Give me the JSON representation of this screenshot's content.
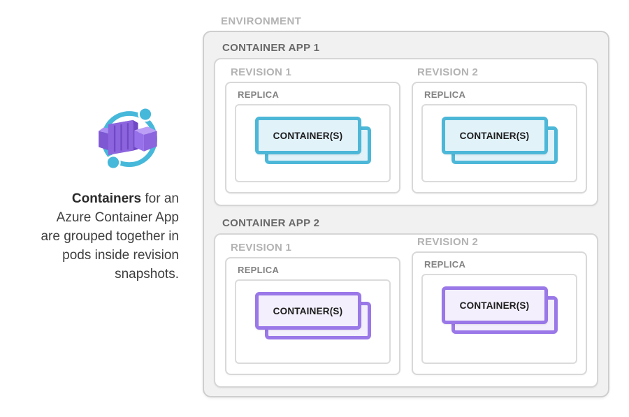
{
  "colors": {
    "teal_border": "#4db7d8",
    "teal_fill": "#e1f2f9",
    "purple_border": "#9a78e8",
    "purple_fill": "#f3effc",
    "icon_ring": "#46b8da",
    "icon_purple_deep": "#7048c5",
    "icon_purple_dark": "#7e57d2",
    "icon_purple_mid": "#8b64de",
    "icon_purple_bright": "#9671ea",
    "icon_purple_light": "#ab8ef2",
    "icon_purple_pale": "#bb9ff6"
  },
  "aside": {
    "icon": "azure-container-apps",
    "caption": {
      "lead_bold": "Containers",
      "line1_rest": " for an",
      "line2": "Azure Container App",
      "line3": "are grouped together in",
      "line4": "pods inside revision",
      "line5": "snapshots."
    }
  },
  "diagram": {
    "environment_label": "ENVIRONMENT",
    "apps": [
      {
        "label": "CONTAINER APP 1",
        "accent": "teal",
        "revisions": [
          {
            "label": "REVISION 1",
            "replica_label": "REPLICA",
            "containers_label": "CONTAINER(S)"
          },
          {
            "label": "REVISION 2",
            "replica_label": "REPLICA",
            "containers_label": "CONTAINER(S)"
          }
        ]
      },
      {
        "label": "CONTAINER APP 2",
        "accent": "purple",
        "revisions": [
          {
            "label": "REVISION 1",
            "replica_label": "REPLICA",
            "containers_label": "CONTAINER(S)"
          },
          {
            "label": "REVISION 2",
            "replica_label": "REPLICA",
            "containers_label": "CONTAINER(S)"
          }
        ]
      }
    ]
  }
}
